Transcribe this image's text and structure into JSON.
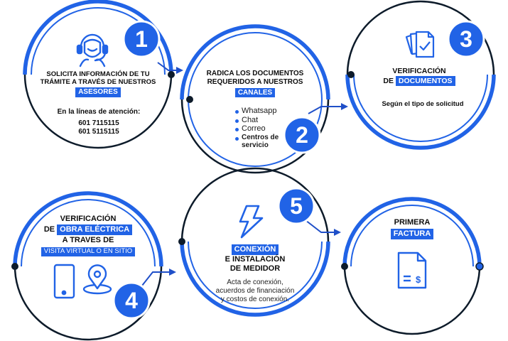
{
  "colors": {
    "accent": "#2163e6",
    "dark": "#0d1b2a",
    "text": "#0d0d0d"
  },
  "steps": [
    {
      "number": "1",
      "icon": "headset-agent-icon",
      "line1": "SOLICITA INFORMACIÓN DE TU",
      "line2": "TRÁMITE A TRAVÉS DE NUESTROS",
      "highlight": "ASESORES",
      "contact_label": "En la líneas de atención:",
      "phones": [
        "601 7115115",
        "601 5115115"
      ]
    },
    {
      "number": "2",
      "line1": "RADICA LOS DOCUMENTOS",
      "line2": "REQUERIDOS A NUESTROS",
      "highlight": "CANALES",
      "channels": [
        "Whatsapp",
        "Chat",
        "Correo",
        "Centros de servicio"
      ]
    },
    {
      "number": "3",
      "icon": "documents-check-icon",
      "line1": "VERIFICACIÓN",
      "prefix": "DE",
      "highlight": "DOCUMENTOS",
      "note": "Según el tipo de solicitud"
    },
    {
      "number": "4",
      "icons": [
        "mobile-phone-icon",
        "location-pin-icon"
      ],
      "line1": "VERIFICACIÓN",
      "prefix": "DE",
      "highlight": "OBRA ELÉCTRICA",
      "line3": "A TRAVES DE",
      "highlight2": "VISITA VIRTUAL O EN SITIO"
    },
    {
      "number": "5",
      "icon": "lightning-bolt-icon",
      "highlight": "CONEXIÓN",
      "line2": "E INSTALACIÓN",
      "line3": "DE MEDIDOR",
      "note": [
        "Acta de conexión,",
        "acuerdos de financiación",
        "y costos de conexión."
      ]
    },
    {
      "icon": "invoice-dollar-icon",
      "line1": "PRIMERA",
      "highlight": "FACTURA"
    }
  ]
}
